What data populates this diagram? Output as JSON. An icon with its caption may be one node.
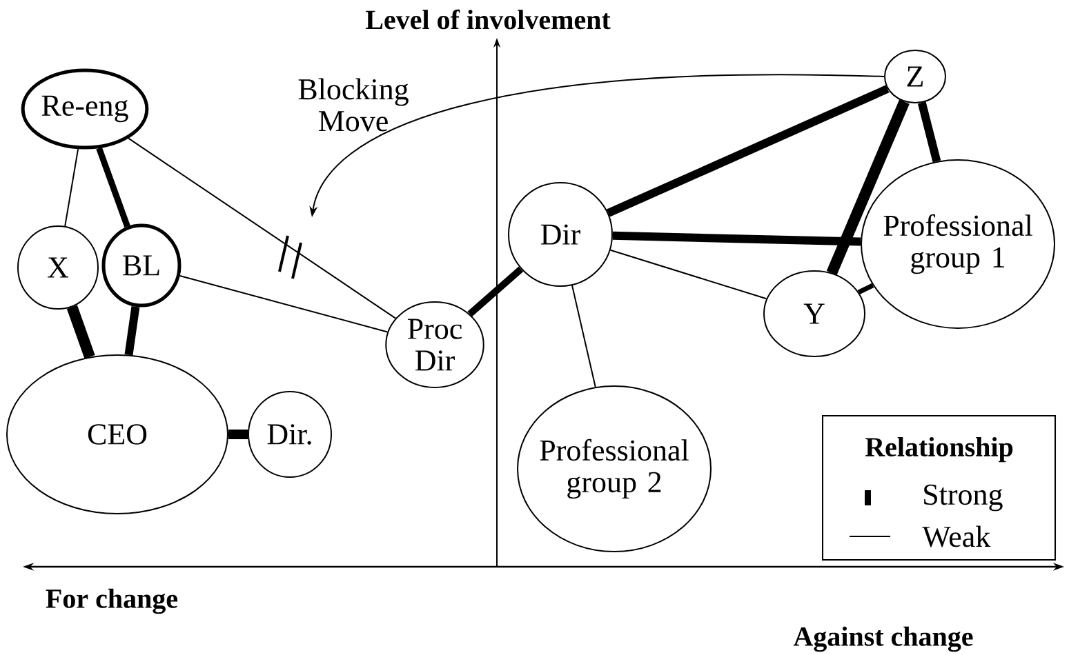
{
  "diagram": {
    "nodes": [
      {
        "text": [
          "Re-eng"
        ]
      },
      {
        "text": [
          "X"
        ]
      },
      {
        "text": [
          "BL"
        ]
      },
      {
        "text": [
          "CEO"
        ]
      },
      {
        "text": [
          "Dir."
        ]
      },
      {
        "text": [
          "Proc Dir"
        ]
      },
      {
        "text": [
          "Dir"
        ]
      },
      {
        "text": [
          "Professional group 2"
        ]
      },
      {
        "text": [
          "Z"
        ]
      },
      {
        "text": [
          "Professional group 1"
        ]
      },
      {
        "text": [
          "Y"
        ]
      }
    ],
    "edges": [
      {
        "from": 0,
        "to": 1,
        "arrow": "none"
      },
      {
        "from": 0,
        "to": 2,
        "arrow": "none"
      },
      {
        "from": 0,
        "to": 5,
        "arrow": "none"
      },
      {
        "from": 1,
        "to": 3,
        "arrow": "none"
      },
      {
        "from": 2,
        "to": 3,
        "arrow": "none"
      },
      {
        "from": 2,
        "to": 5,
        "arrow": "none"
      },
      {
        "from": 3,
        "to": 4,
        "arrow": "none"
      },
      {
        "from": 5,
        "to": 6,
        "arrow": "none"
      },
      {
        "from": 6,
        "to": 8,
        "arrow": "none"
      },
      {
        "from": 6,
        "to": 9,
        "arrow": "none"
      },
      {
        "from": 6,
        "to": 10,
        "arrow": "none"
      },
      {
        "from": 6,
        "to": 7,
        "arrow": "none"
      },
      {
        "from": 8,
        "to": 10,
        "arrow": "none"
      },
      {
        "from": 8,
        "to": 9,
        "arrow": "none"
      },
      {
        "from": 10,
        "to": 9,
        "arrow": "none"
      },
      {
        "from": 8,
        "to": null,
        "arrow": "to",
        "label": "Blocking Move"
      }
    ],
    "labels": [
      "Level of involvement",
      "Relationship",
      "For change",
      "Against change"
    ],
    "legend": [
      {
        "text": "Strong"
      },
      {
        "text": "Weak"
      }
    ]
  }
}
